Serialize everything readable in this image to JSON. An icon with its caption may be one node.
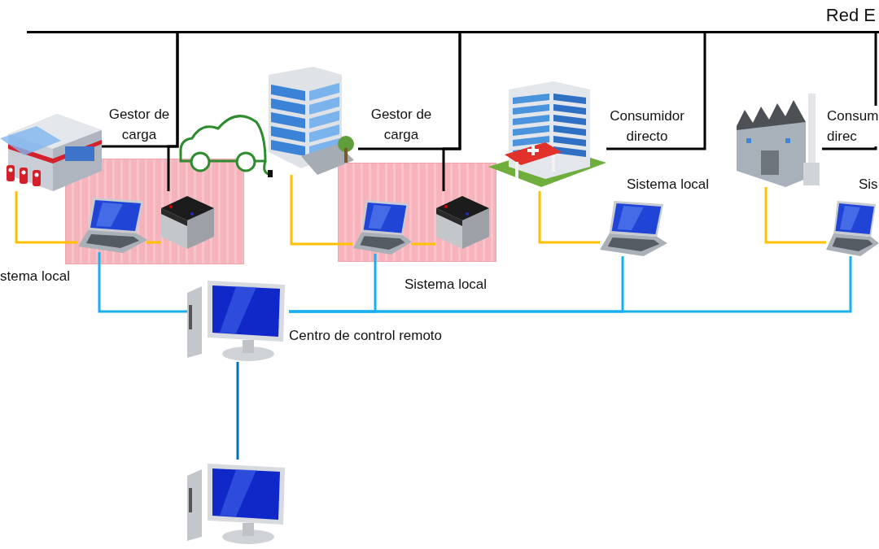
{
  "diagram": {
    "nodes": [
      {
        "text": [
          "Red E"
        ]
      },
      {
        "text": [],
        "shape": "picture"
      },
      {
        "text": [],
        "shape": "box",
        "beside": [
          "stema local"
        ]
      },
      {
        "text": [],
        "shape": "picture",
        "in": 2
      },
      {
        "text": [],
        "shape": "picture",
        "in": 2
      },
      {
        "text": [],
        "shape": "picture"
      },
      {
        "text": [],
        "shape": "box",
        "beside": [
          "Sistema local"
        ]
      },
      {
        "text": [],
        "shape": "picture",
        "in": 6
      },
      {
        "text": [],
        "shape": "picture",
        "in": 6
      },
      {
        "text": [],
        "shape": "picture"
      },
      {
        "text": [],
        "shape": "picture",
        "beside": [
          "Sistema local"
        ]
      },
      {
        "text": [],
        "shape": "picture"
      },
      {
        "text": [],
        "shape": "picture",
        "beside": [
          "Sis"
        ]
      },
      {
        "text": [],
        "shape": "picture",
        "beside": [
          "Centro de control remoto"
        ]
      },
      {
        "text": [],
        "shape": "picture"
      }
    ],
    "edges": [
      {
        "from": 0,
        "to": 1,
        "arrow": "none",
        "label": "Gestor de carga"
      },
      {
        "from": 0,
        "to": 4,
        "arrow": "none"
      },
      {
        "from": 0,
        "to": 5,
        "arrow": "none",
        "label": "Gestor de carga"
      },
      {
        "from": 0,
        "to": 8,
        "arrow": "none"
      },
      {
        "from": 0,
        "to": 9,
        "arrow": "none",
        "label": "Consumidor directo"
      },
      {
        "from": 0,
        "to": 11,
        "arrow": "none",
        "label": "Consum direc"
      },
      {
        "from": 1,
        "to": 3,
        "arrow": "none",
        "color": "#ffc000"
      },
      {
        "from": 3,
        "to": 4,
        "arrow": "none",
        "color": "#ffc000"
      },
      {
        "from": 5,
        "to": 7,
        "arrow": "none",
        "color": "#ffc000"
      },
      {
        "from": 7,
        "to": 8,
        "arrow": "none",
        "color": "#ffc000"
      },
      {
        "from": 9,
        "to": 10,
        "arrow": "none",
        "color": "#ffc000"
      },
      {
        "from": 11,
        "to": 12,
        "arrow": "none",
        "color": "#ffc000"
      },
      {
        "from": 3,
        "to": 13,
        "arrow": "none",
        "color": "#1ab0f0"
      },
      {
        "from": 7,
        "to": 13,
        "arrow": "none",
        "color": "#1ab0f0"
      },
      {
        "from": 10,
        "to": 13,
        "arrow": "none",
        "color": "#1ab0f0"
      },
      {
        "from": 12,
        "to": 13,
        "arrow": "none",
        "color": "#1ab0f0"
      },
      {
        "from": 13,
        "to": 14,
        "arrow": "none",
        "color": "#0070c0"
      }
    ]
  }
}
